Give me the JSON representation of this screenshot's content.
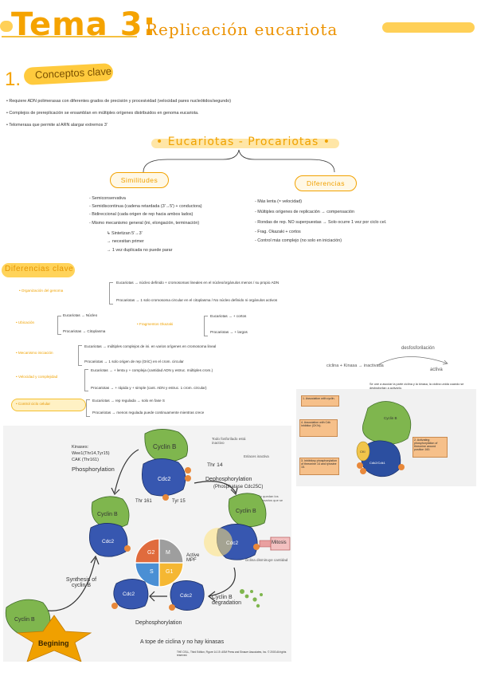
{
  "header": {
    "title": "Tema 3:",
    "subtitle": "Replicación eucariota"
  },
  "section1": {
    "number": "1.",
    "label": "Conceptos clave"
  },
  "bullets": [
    "Requiere ADN polimerasas con diferentes grados de precisión y procesividad (velocidad pares nucleótidos/segundo)",
    "Complejos de prereplicación se ensamblan en múltiples orígenes distribuidos en genoma eucariota.",
    "Telomerasa que permite al ARN alargar extremos 3'"
  ],
  "compare": {
    "heading": "Eucariotas - Procariotas",
    "similarities_label": "Similitudes",
    "differences_label": "Diferencias",
    "similarities": [
      "Semiconservativa",
      "Semidiscontinua (cadena retardada (3'→5') + conductora)",
      "Bidireccional (cada origen de rep hacia ambos lados)",
      "Mismo mecanismo general (ini, elongación, terminación)",
      "Sintetizan 5'→3'",
      "necesitan primer",
      "1 vez duplicada no puede parar"
    ],
    "differences": [
      "Más lenta (≈ velocidad)",
      "Múltiples orígenes de replicación → compensación",
      "Rondas de rep. NO superpuestas → Solo ocurre 1 vez por ciclo cel.",
      "Frag. Okazaki + cortos",
      "Control más complejo (no solo en iniciación)"
    ]
  },
  "key_differences": {
    "label": "Diferencias clave",
    "rows": [
      {
        "topic": "Organización del genoma",
        "euk": "Eucariotas → núcleo definido + cromosomas lineales en el núcleo/orgánulos menos / su propio ADN",
        "prok": "Procariotas → 1 solo cromosoma circular en el citoplasma / No núcleo definido ni orgánulos activos"
      },
      {
        "topic": "Ubicación",
        "euk": "Eucariotas → Núcleo",
        "prok": "Procariotas → Citoplasma"
      },
      {
        "topic": "Mecanismo iniciación",
        "euk": "Eucariotas → múltiples complejos de ini. en varios orígenes en cromosoma lineal",
        "prok": "Procariotas → 1 solo origen de rep (OriC) en el crom. circular"
      },
      {
        "topic": "Velocidad y complejidad",
        "euk": "Eucariotas → + lenta y + compleja (cantidad ADN y estruc. múltiples crom.)",
        "prok": "Procariotas → + rápida y + simple (cant. ADN y estruc. 1 crom. circular)"
      },
      {
        "topic": "Control ciclo celular",
        "euk": "Eucariotas → rep regulada → solo en fase S",
        "prok": "Procariotas → menos regulada puede continuamente mientras crece"
      }
    ],
    "fragments_label": "Fragmentos Okazaki",
    "fragments_euk": "Eucariotas → + cortos",
    "fragments_prok": "Procariotas → + largos"
  },
  "side_notes": {
    "dephos": "desfosforilación",
    "chain": "ciclina + Kinasa → inactivada",
    "active": "activa"
  },
  "figure_small": {
    "caption": "Se une a asociar la parte ciclina y la kinasa, la ciclina unida cuando se desfosforilan a activarlo.",
    "labels": [
      "1. Association with cyclin.",
      "4. Association with Cdk inhibitor (CKI's).",
      "2. Activating phosphorylation of threonine around position 160.",
      "3. Inhibitory phosphorylation of threonine 14 and tyrosine 15."
    ],
    "cyclin": "Cyclin B",
    "cdk": "Cdk2/Cdk1",
    "cki": "CKI"
  },
  "figure_large": {
    "kinases_title": "Kinases:",
    "kinases": [
      "Wee1(Thr14,Tyr15)",
      "CAK (Thr161)"
    ],
    "phosphorylation": "Phosphorylation",
    "dephosphorylation": "Dephosphorylation",
    "phosphatase": "(Phosphatase Cdc25C)",
    "dephosphorylation2": "Dephosphorylation",
    "synthesis": "Synthesis of cyclin B",
    "degradation": "Cyclin B degradation",
    "mitosis": "Mitosis",
    "thr14": "Thr 14",
    "thr161": "Thr 161",
    "tyr15": "Tyr 15",
    "cyclin": "Cyclin B",
    "cdc2": "Cdc2",
    "phases": [
      "G2",
      "M",
      "S",
      "G1"
    ],
    "inactive_note": "Todo fosforilado está inactivo",
    "enlaces_note": "Enlaces inactiva",
    "activate_note": "se activa y quedan los únicos necesarios que se activa",
    "cyclin_note": "ciclina disminuye cantidad",
    "active_mpf": "Active MPF",
    "banner": "Begining",
    "footer": "A tope de ciclina y no hay kinasas",
    "credit": "THE CELL, Third Edition, Figure 14.19. ASM Press and Sinauer Associates, Inc. © 2003 All rights reserved."
  }
}
